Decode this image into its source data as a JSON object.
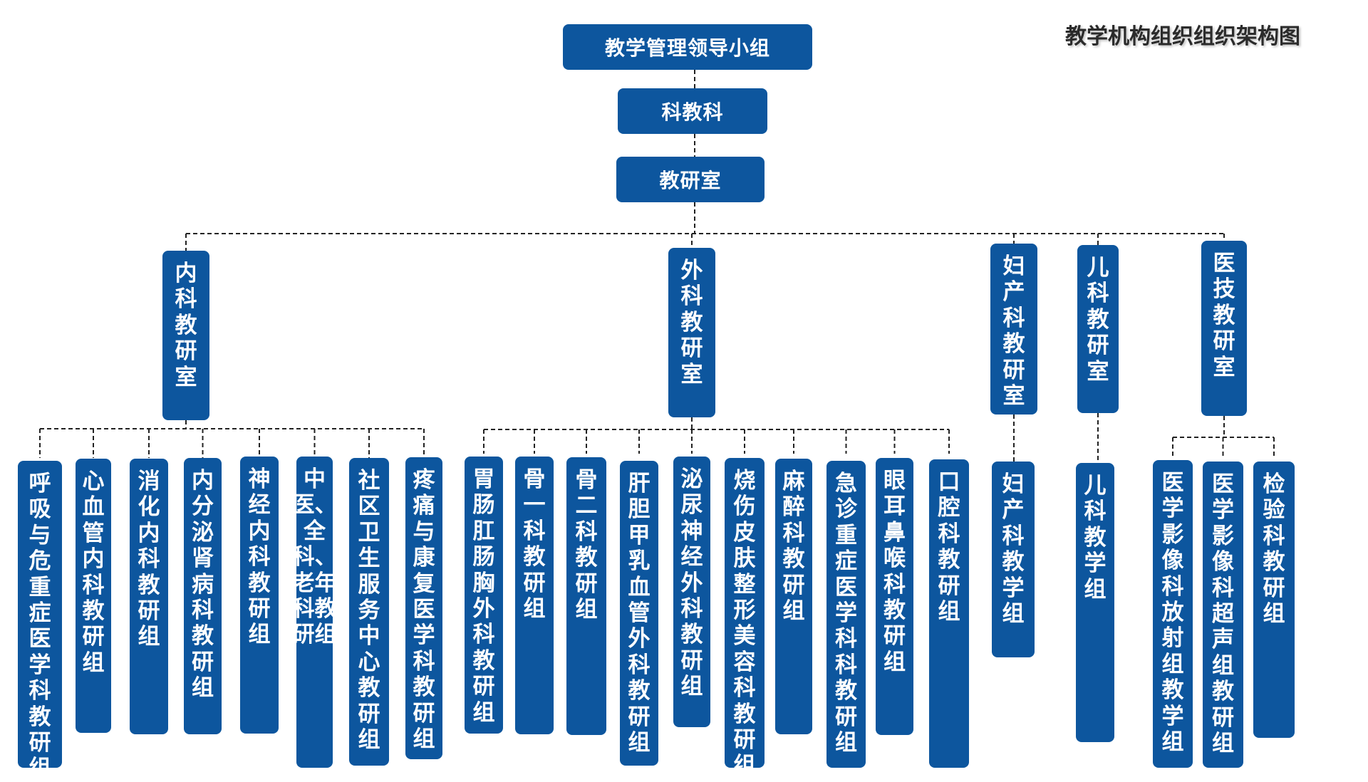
{
  "title": "教学机构组织组织架构图",
  "colors": {
    "node": "#0d569e",
    "node_text": "#ffffff",
    "line": "#222222"
  },
  "root": "教学管理领导小组",
  "level2": "科教科",
  "level3": "教研室",
  "departments": [
    {
      "name": "内科教研室",
      "groups": [
        "呼吸与危重症医学科教研组",
        "心血管内科教研组",
        "消化内科教研组",
        "内分泌肾病科教研组",
        "神经内科教研组",
        "中医、全科、老年科教研组",
        "社区卫生服务中心教研组",
        "疼痛与康复医学科教研组"
      ]
    },
    {
      "name": "外科教研室",
      "groups": [
        "胃肠肛肠胸外科教研组",
        "骨一科教研组",
        "骨二科教研组",
        "肝胆甲乳血管外科教研组",
        "泌尿神经外科教研组",
        "烧伤皮肤整形美容科教研组",
        "麻醉科教研组",
        "急诊重症医学科科教研组",
        "眼耳鼻喉科教研组",
        "口腔科教研组"
      ]
    },
    {
      "name": "妇产科教研室",
      "groups": [
        "妇产科教学组"
      ]
    },
    {
      "name": "儿科教研室",
      "groups": [
        "儿科教学组"
      ]
    },
    {
      "name": "医技教研室",
      "groups": [
        "医学影像科放射组教学组",
        "医学影像科超声组教研组",
        "检验科教研组"
      ]
    }
  ]
}
